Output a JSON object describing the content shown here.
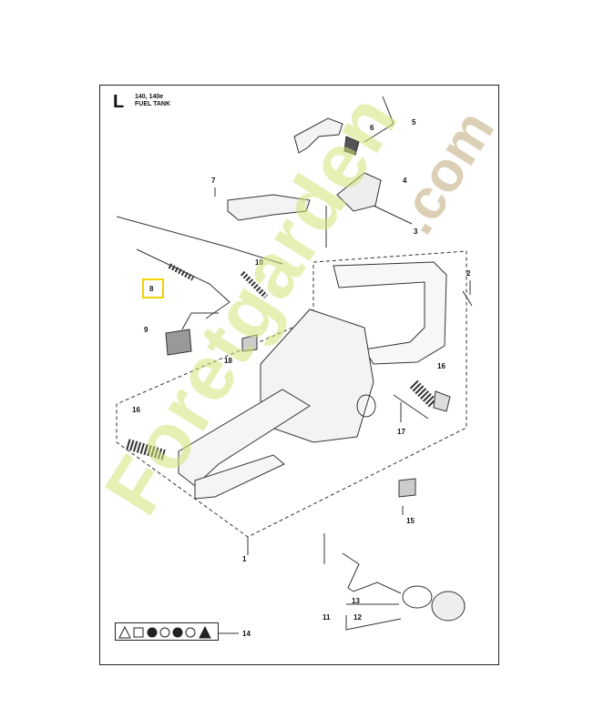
{
  "header": {
    "section_letter": "L",
    "model": "140, 140e",
    "title": "FUEL TANK"
  },
  "callouts": [
    {
      "id": "c1",
      "label": "1"
    },
    {
      "id": "c2",
      "label": "2"
    },
    {
      "id": "c3",
      "label": "3"
    },
    {
      "id": "c4",
      "label": "4"
    },
    {
      "id": "c5",
      "label": "5"
    },
    {
      "id": "c6",
      "label": "6"
    },
    {
      "id": "c7",
      "label": "7"
    },
    {
      "id": "c8",
      "label": "8"
    },
    {
      "id": "c9",
      "label": "9"
    },
    {
      "id": "c10",
      "label": "10"
    },
    {
      "id": "c11",
      "label": "11"
    },
    {
      "id": "c12",
      "label": "12"
    },
    {
      "id": "c13",
      "label": "13"
    },
    {
      "id": "c14",
      "label": "14"
    },
    {
      "id": "c15",
      "label": "15"
    },
    {
      "id": "c16a",
      "label": "16"
    },
    {
      "id": "c16b",
      "label": "16"
    },
    {
      "id": "c17",
      "label": "17"
    },
    {
      "id": "c18",
      "label": "18"
    }
  ],
  "highlight_color": "#f2d400",
  "watermark": {
    "left_text": "Foretgarden",
    "right_text": ".com",
    "left_color": "#d2e478",
    "right_color": "#beaa78"
  }
}
